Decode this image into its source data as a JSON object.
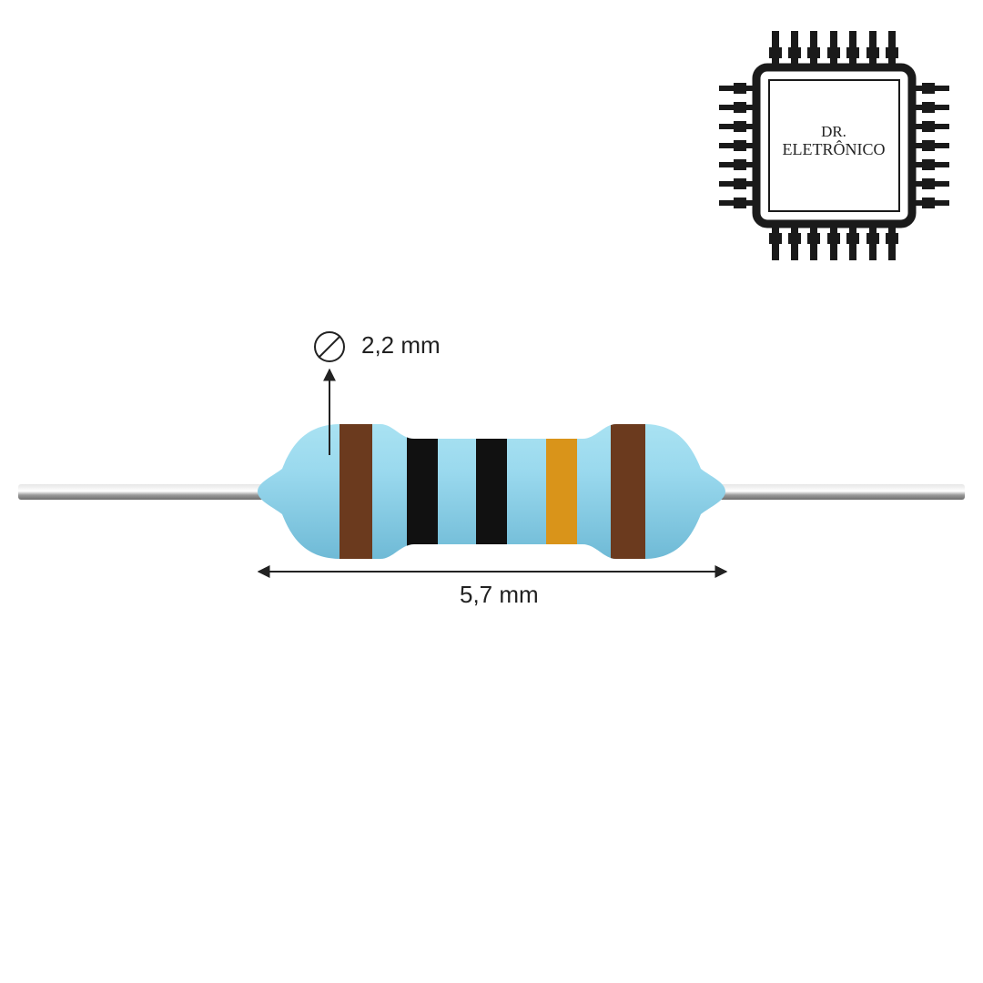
{
  "logo": {
    "line1": "DR.",
    "line2": "ELETRÔNICO",
    "icon": "microchip-icon"
  },
  "dimensions": {
    "diameter": {
      "label": "2,2 mm",
      "icon": "diameter-icon"
    },
    "length": {
      "label": "5,7 mm"
    }
  },
  "resistor": {
    "body_color": "#8fd3ea",
    "lead_color": "#b8b8b8",
    "bands": [
      {
        "name": "brown",
        "color": "#6b3a1e"
      },
      {
        "name": "black",
        "color": "#111111"
      },
      {
        "name": "black",
        "color": "#111111"
      },
      {
        "name": "orange",
        "color": "#d9941a"
      },
      {
        "name": "brown",
        "color": "#6b3a1e"
      }
    ]
  }
}
